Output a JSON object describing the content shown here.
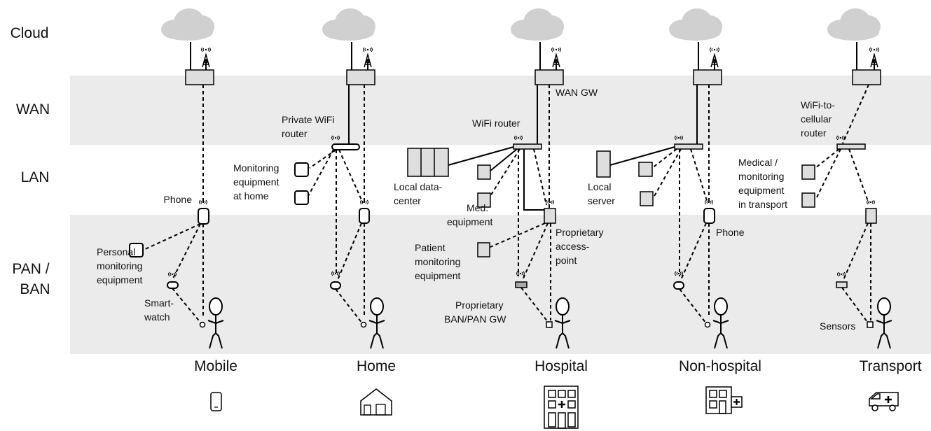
{
  "layers": {
    "cloud": "Cloud",
    "wan": "WAN",
    "lan": "LAN",
    "pan_line1": "PAN /",
    "pan_line2": "BAN"
  },
  "scenarios": {
    "mobile": "Mobile",
    "home": "Home",
    "hospital": "Hospital",
    "nonhospital": "Non-hospital",
    "transport": "Transport"
  },
  "labels": {
    "phone_mobile": "Phone",
    "personal_monitoring": [
      "Personal",
      "monitoring",
      "equipment"
    ],
    "smartwatch": [
      "Smart-",
      "watch"
    ],
    "private_wifi_router": [
      "Private WiFi",
      "router"
    ],
    "monitoring_at_home": [
      "Monitoring",
      "equipment",
      "at home"
    ],
    "wan_gw": "WAN GW",
    "wifi_router": "WiFi router",
    "local_datacenter": [
      "Local data-",
      "center"
    ],
    "med_equipment": [
      "Med.",
      "equipment"
    ],
    "proprietary_ap": [
      "Proprietary",
      "access-",
      "point"
    ],
    "patient_monitoring": [
      "Patient",
      "monitoring",
      "equipment"
    ],
    "proprietary_gw": [
      "Proprietary",
      "BAN/PAN GW"
    ],
    "local_server": [
      "Local",
      "server"
    ],
    "phone_nonhospital": "Phone",
    "wifi_to_cellular": [
      "WiFi-to-",
      "cellular",
      "router"
    ],
    "medical_transport": [
      "Medical /",
      "monitoring",
      "equipment",
      "in transport"
    ],
    "sensors": "Sensors"
  },
  "icons": [
    "cloud-icon",
    "antenna-tower-icon",
    "gateway-box-icon",
    "router-icon",
    "phone-icon",
    "person-icon",
    "house-icon",
    "hospital-icon",
    "clinic-icon",
    "ambulance-icon"
  ],
  "colors": {
    "band": "#ebebeb",
    "cloud": "#d0d0d0",
    "device_fill": "#dedede",
    "stroke": "#000000"
  }
}
